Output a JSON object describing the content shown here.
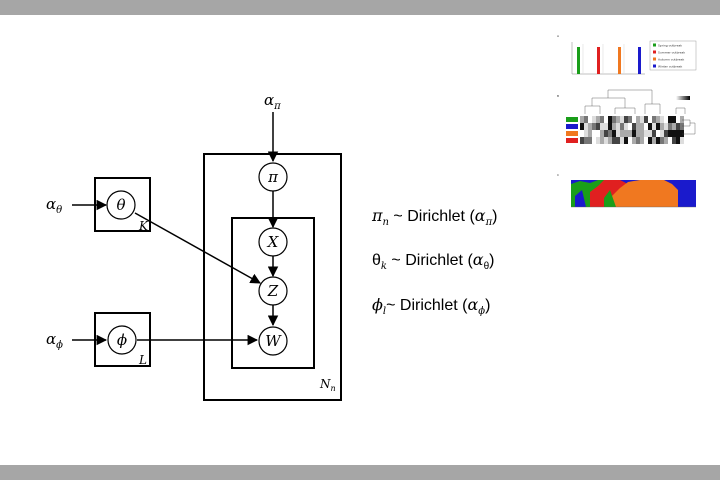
{
  "nodes": {
    "pi": "π",
    "theta": "θ",
    "phi": "ϕ",
    "x": "X",
    "z": "Z",
    "w": "W"
  },
  "hyperparams": {
    "alpha": "α",
    "pi_sub": "π",
    "theta_sub": "θ",
    "phi_sub": "ϕ"
  },
  "plates": {
    "k": "K",
    "l": "L",
    "n": "N",
    "n_sub": "n"
  },
  "equations": [
    {
      "var": "π",
      "sub": "n",
      "rel": " ~ Dirichlet (",
      "param": "α",
      "param_sub": "π",
      "close": ")"
    },
    {
      "var": "θ",
      "sub": "k",
      "rel": " ~ Dirichlet (",
      "param": "α",
      "param_sub": "θ",
      "close": ")"
    },
    {
      "var": "ϕ",
      "sub": "l",
      "rel": "~ Dirichlet (",
      "param": "α",
      "param_sub": "ϕ",
      "close": ")"
    }
  ],
  "thumbnail": {
    "panel_labels": [
      "A",
      "B",
      "C"
    ],
    "legend": [
      {
        "label": "Spring outbreak",
        "color": "#1a9e1a"
      },
      {
        "label": "Summer outbreak",
        "color": "#e02020"
      },
      {
        "label": "Autumn outbreak",
        "color": "#f07820"
      },
      {
        "label": "Winter outbreak",
        "color": "#1a1acc"
      }
    ],
    "colors": {
      "green": "#1a9e1a",
      "red": "#e02020",
      "orange": "#f07820",
      "blue": "#1a1acc"
    }
  }
}
